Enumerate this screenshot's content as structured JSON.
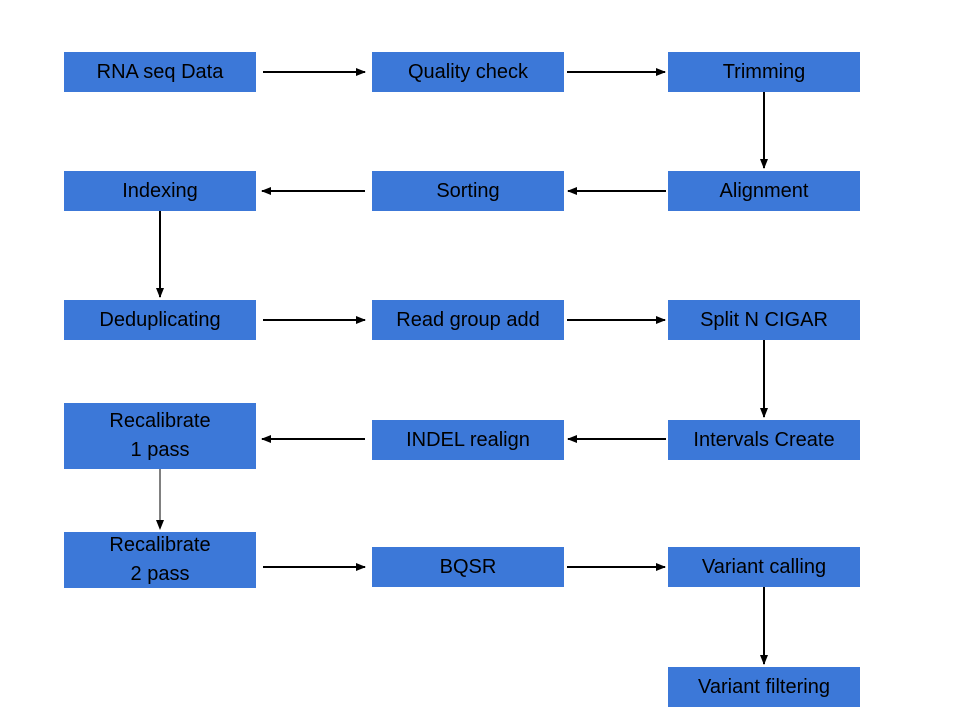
{
  "diagram": {
    "colors": {
      "box_fill": "#3c78d8",
      "text": "#000000",
      "arrow": "#000000"
    },
    "nodes": {
      "rna_seq_data": "RNA seq Data",
      "quality_check": "Quality check",
      "trimming": "Trimming",
      "indexing": "Indexing",
      "sorting": "Sorting",
      "alignment": "Alignment",
      "deduplicating": "Deduplicating",
      "read_group_add": "Read group add",
      "split_n_cigar": "Split N CIGAR",
      "recalibrate_1_pass": "Recalibrate\n1 pass",
      "indel_realign": "INDEL realign",
      "intervals_create": "Intervals Create",
      "recalibrate_2_pass": "Recalibrate\n2 pass",
      "bqsr": "BQSR",
      "variant_calling": "Variant calling",
      "variant_filtering": "Variant filtering"
    },
    "edges": [
      [
        "rna_seq_data",
        "quality_check"
      ],
      [
        "quality_check",
        "trimming"
      ],
      [
        "trimming",
        "alignment"
      ],
      [
        "alignment",
        "sorting"
      ],
      [
        "sorting",
        "indexing"
      ],
      [
        "indexing",
        "deduplicating"
      ],
      [
        "deduplicating",
        "read_group_add"
      ],
      [
        "read_group_add",
        "split_n_cigar"
      ],
      [
        "split_n_cigar",
        "intervals_create"
      ],
      [
        "intervals_create",
        "indel_realign"
      ],
      [
        "indel_realign",
        "recalibrate_1_pass"
      ],
      [
        "recalibrate_1_pass",
        "recalibrate_2_pass"
      ],
      [
        "recalibrate_2_pass",
        "bqsr"
      ],
      [
        "bqsr",
        "variant_calling"
      ],
      [
        "variant_calling",
        "variant_filtering"
      ]
    ]
  }
}
